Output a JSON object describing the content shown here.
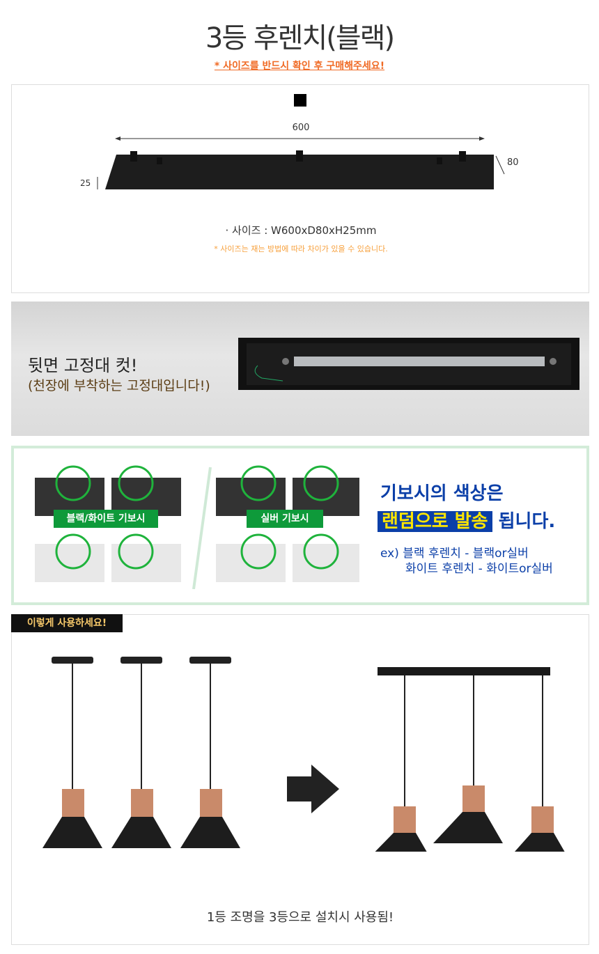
{
  "header": {
    "title": "3등 후렌치(블랙)",
    "notice": "* 사이즈를 반드시 확인 후 구매해주세요!"
  },
  "dimensions": {
    "width_label": "600",
    "depth_label": "80",
    "height_label": "25",
    "size_text": "· 사이즈 : W600xD80xH25mm",
    "note": "* 사이즈는 재는 방법에 따라 차이가 있을 수 있습니다.",
    "color_swatch": "#000000"
  },
  "back": {
    "line1": "뒷면 고정대 컷!",
    "line2": "(천장에 부착하는 고정대입니다!)"
  },
  "cap": {
    "label_left": "블랙/화이트 기보시",
    "label_right": "실버 기보시",
    "headline1": "기보시의 색상은",
    "highlight": "랜덤으로 발송",
    "headline2_rest": " 됩니다.",
    "ex1": "ex) 블랙 후렌치 - 블랙or실버",
    "ex2": "화이트 후렌치 - 화이트or실버",
    "green": "#0e9a3a",
    "blue": "#0b3fa8"
  },
  "usage": {
    "tag": "이렇게 사용하세요!",
    "caption": "1등 조명을 3등으로 설치시 사용됨!"
  }
}
